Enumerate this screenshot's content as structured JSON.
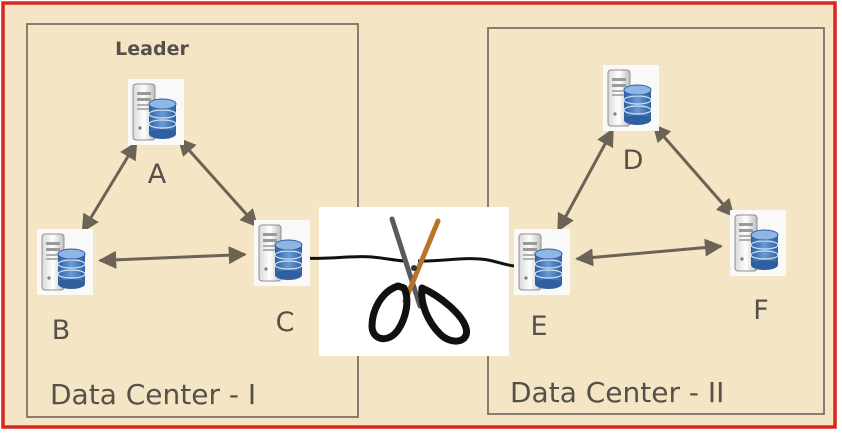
{
  "leader_label": "Leader",
  "data_centers": [
    {
      "label": "Data Center - I"
    },
    {
      "label": "Data Center - II"
    }
  ],
  "nodes": [
    {
      "id": "A",
      "label": "A"
    },
    {
      "id": "B",
      "label": "B"
    },
    {
      "id": "C",
      "label": "C"
    },
    {
      "id": "D",
      "label": "D"
    },
    {
      "id": "E",
      "label": "E"
    },
    {
      "id": "F",
      "label": "F"
    }
  ],
  "links": [
    [
      "A",
      "B"
    ],
    [
      "A",
      "C"
    ],
    [
      "B",
      "C"
    ],
    [
      "D",
      "E"
    ],
    [
      "D",
      "F"
    ],
    [
      "E",
      "F"
    ]
  ],
  "partition_link": [
    "C",
    "E"
  ],
  "icons": {
    "server": "server-database-icon",
    "cut": "scissors-icon"
  },
  "colors": {
    "frame": "#d9261c",
    "background": "#f4e6c4",
    "box_border": "#7a7368",
    "arrow": "#6a6356",
    "text": "#55504a",
    "database": "#3b6fb0"
  }
}
